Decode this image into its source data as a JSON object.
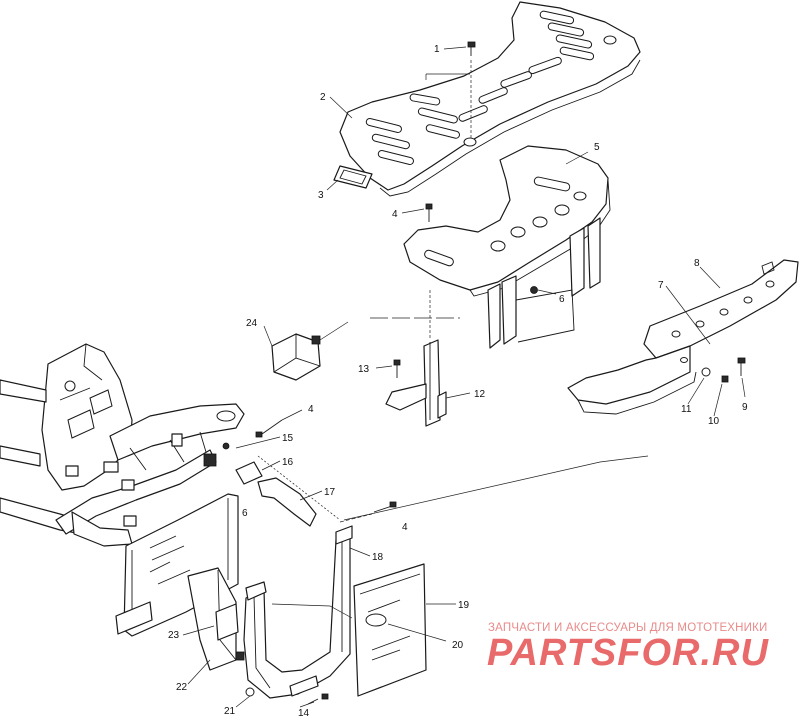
{
  "callouts": [
    "1",
    "2",
    "3",
    "4",
    "5",
    "6",
    "7",
    "8",
    "9",
    "10",
    "11",
    "12",
    "13",
    "14",
    "15",
    "16",
    "17",
    "18",
    "19",
    "20",
    "21",
    "22",
    "23",
    "24"
  ],
  "watermark": {
    "caption": "ЗАПЧАСТИ И АКСЕССУАРЫ ДЛЯ МОТОТЕХНИКИ",
    "logo": "PARTSFOR.RU",
    "caption_color": "#e88a8a",
    "logo_color": "#e96a6a"
  }
}
